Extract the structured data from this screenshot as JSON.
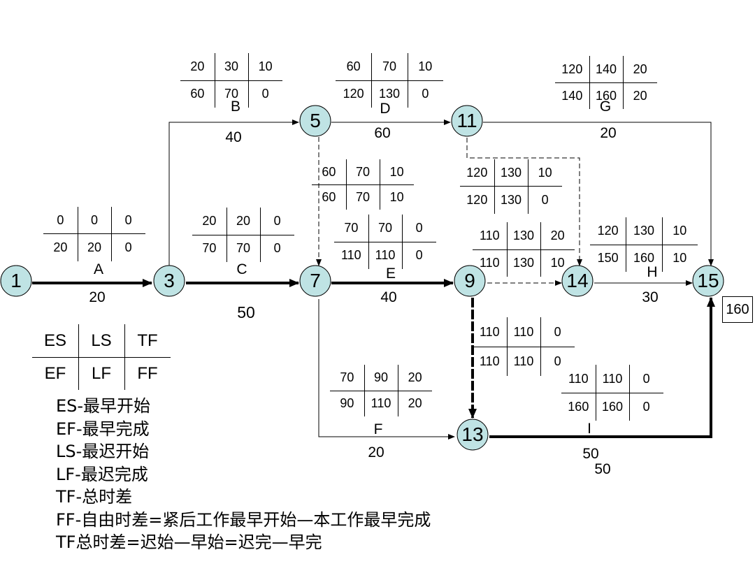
{
  "nodes": [
    {
      "id": "1",
      "label": "1"
    },
    {
      "id": "3",
      "label": "3"
    },
    {
      "id": "5",
      "label": "5"
    },
    {
      "id": "7",
      "label": "7"
    },
    {
      "id": "9",
      "label": "9"
    },
    {
      "id": "11",
      "label": "11"
    },
    {
      "id": "13",
      "label": "13"
    },
    {
      "id": "14",
      "label": "14"
    },
    {
      "id": "15",
      "label": "15"
    }
  ],
  "activities": [
    {
      "name": "A",
      "duration": "20"
    },
    {
      "name": "B",
      "duration": "40"
    },
    {
      "name": "C",
      "duration": "50"
    },
    {
      "name": "D",
      "duration": "60"
    },
    {
      "name": "E",
      "duration": "40"
    },
    {
      "name": "F",
      "duration": "20"
    },
    {
      "name": "G",
      "duration": "20"
    },
    {
      "name": "H",
      "duration": "30"
    },
    {
      "name": "I",
      "duration": "50",
      "extra": "50"
    }
  ],
  "param_tables": [
    {
      "id": "A",
      "cells": [
        "0",
        "0",
        "0",
        "20",
        "20",
        "0"
      ]
    },
    {
      "id": "B",
      "cells": [
        "20",
        "30",
        "10",
        "60",
        "70",
        "0"
      ]
    },
    {
      "id": "C",
      "cells": [
        "20",
        "20",
        "0",
        "70",
        "70",
        "0"
      ]
    },
    {
      "id": "D",
      "cells": [
        "60",
        "70",
        "10",
        "120",
        "130",
        "0"
      ]
    },
    {
      "id": "E",
      "cells": [
        "70",
        "70",
        "0",
        "110",
        "110",
        "0"
      ]
    },
    {
      "id": "F",
      "cells": [
        "70",
        "90",
        "20",
        "90",
        "110",
        "20"
      ]
    },
    {
      "id": "G",
      "cells": [
        "120",
        "140",
        "20",
        "140",
        "160",
        "20"
      ]
    },
    {
      "id": "H",
      "cells": [
        "120",
        "130",
        "10",
        "150",
        "160",
        "10"
      ]
    },
    {
      "id": "I",
      "cells": [
        "110",
        "110",
        "0",
        "160",
        "160",
        "0"
      ]
    },
    {
      "id": "dummy-5-7",
      "cells": [
        "60",
        "70",
        "10",
        "60",
        "70",
        "10"
      ]
    },
    {
      "id": "dummy-11-14",
      "cells": [
        "120",
        "130",
        "10",
        "120",
        "130",
        "0"
      ]
    },
    {
      "id": "dummy-9-14",
      "cells": [
        "110",
        "130",
        "20",
        "110",
        "130",
        "10"
      ]
    },
    {
      "id": "dummy-9-13",
      "cells": [
        "110",
        "110",
        "0",
        "110",
        "110",
        "0"
      ]
    }
  ],
  "total_duration": "160",
  "legend": {
    "cells": [
      "ES",
      "LS",
      "TF",
      "EF",
      "LF",
      "FF"
    ]
  },
  "notes": [
    "ES-最早开始",
    "EF-最早完成",
    "LS-最迟开始",
    "LF-最迟完成",
    "TF-总时差",
    "FF-自由时差=紧后工作最早开始—本工作最早完成",
    "TF总时差=迟始—早始=迟完—早完"
  ]
}
